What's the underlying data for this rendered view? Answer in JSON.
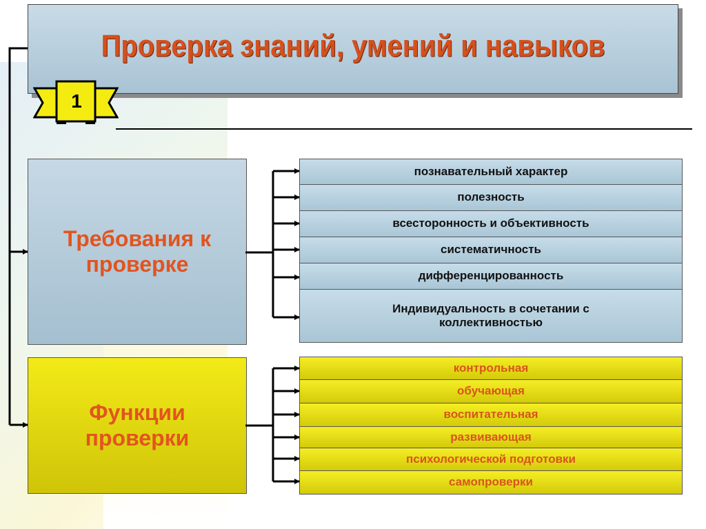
{
  "title": "Проверка знаний, умений и навыков",
  "badge": "1",
  "requirements": {
    "label": "Требования к проверке",
    "items": [
      "познавательный характер",
      "полезность",
      "всесторонность и объективность",
      "систематичность",
      "дифференцированность",
      "Индивидуальность в сочетании с коллективностью"
    ]
  },
  "functions": {
    "label": "Функции проверки",
    "items": [
      "контрольная",
      "обучающая",
      "воспитательная",
      "развивающая",
      "психологической подготовки",
      "самопроверки"
    ]
  },
  "colors": {
    "title_text": "#d5501d",
    "blue_box": "#b4cbdb",
    "yellow_box": "#e6dc10"
  }
}
